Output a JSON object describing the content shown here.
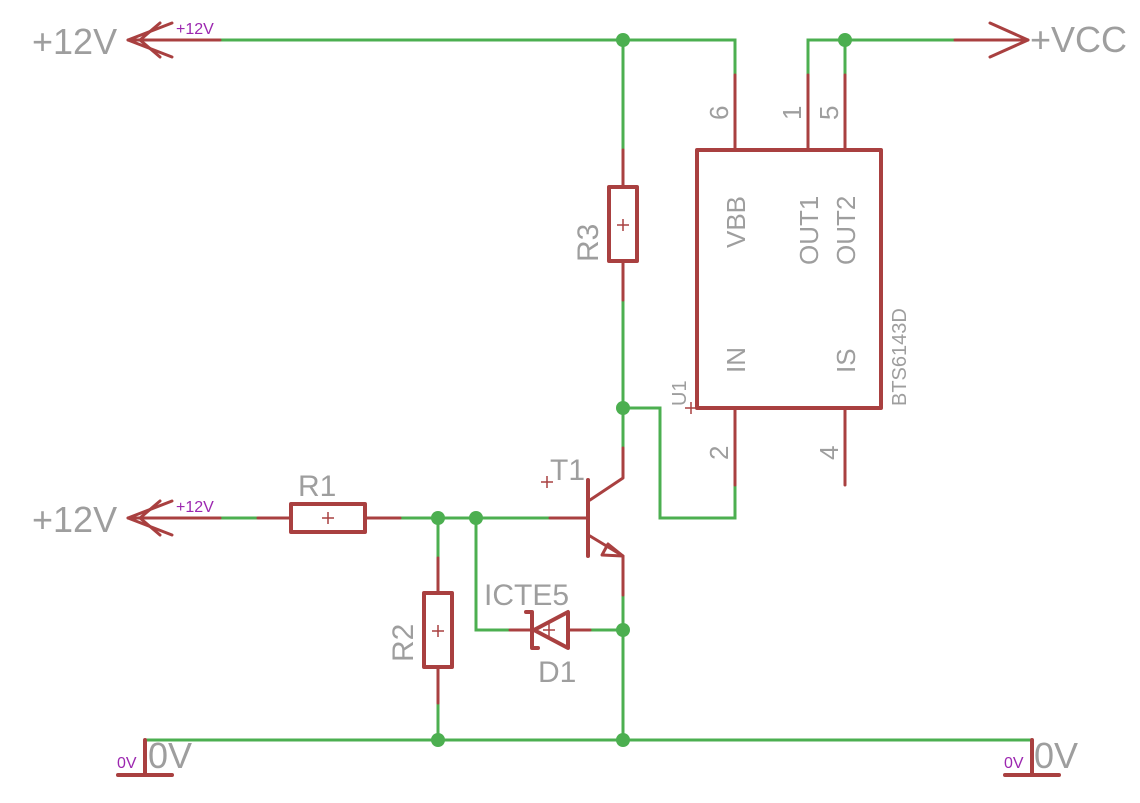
{
  "supplies": {
    "top_left_label": "+12V",
    "top_left_net": "+12V",
    "mid_left_label": "+12V",
    "mid_left_net": "+12V",
    "vcc_label": "+VCC",
    "gnd_left_label": "0V",
    "gnd_left_net": "0V",
    "gnd_right_label": "0V",
    "gnd_right_net": "0V"
  },
  "components": {
    "r1": "R1",
    "r2": "R2",
    "r3": "R3",
    "t1": "T1",
    "d1_name": "D1",
    "d1_value": "ICTE5",
    "u1_name": "U1",
    "u1_part": "BTS6143D"
  },
  "ic_pins": {
    "vbb_num": "6",
    "out1_num": "1",
    "out2_num": "5",
    "in_num": "2",
    "is_num": "4",
    "vbb": "VBB",
    "out1": "OUT1",
    "out2": "OUT2",
    "in": "IN",
    "is": "IS"
  },
  "colors": {
    "wire": "#4caf50",
    "symbol": "#a94040",
    "label": "#9e9e9e",
    "net_label": "#9c27b0"
  }
}
